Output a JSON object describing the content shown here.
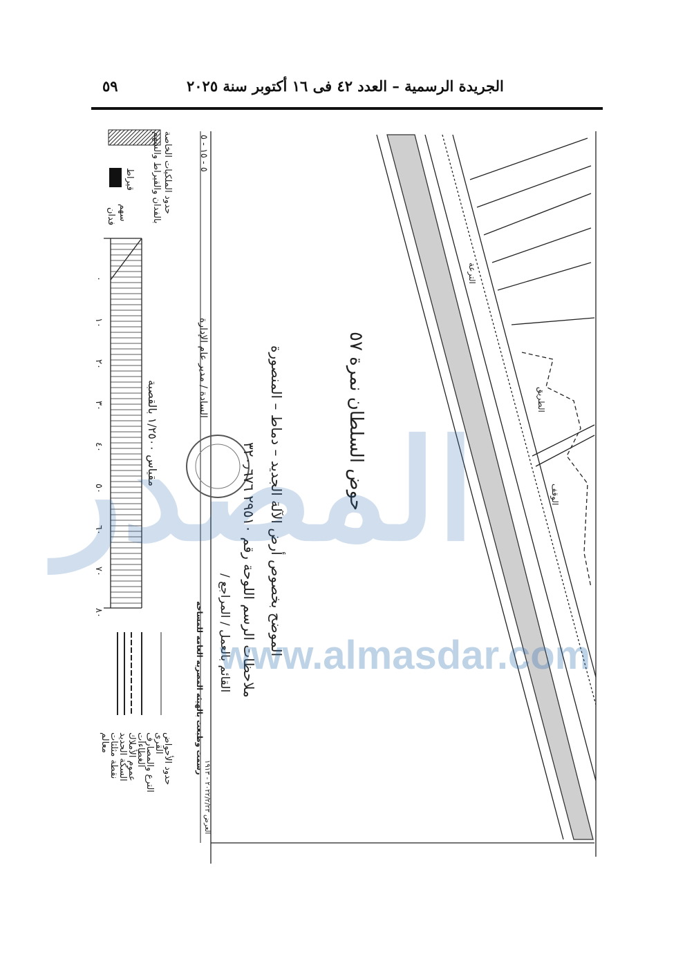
{
  "header": {
    "title": "الجريدة الرسمية – العدد ٤٢ فى ١٦ أكتوبر سنة ٢٠٢٥",
    "page_number": "٥٩"
  },
  "map": {
    "basin": "حوض السلطان  نمرة ٥٧",
    "subject": "الموضح بخصوص أرض الآلة الجديد – دماط – المنصورة",
    "notes": "ملاحظات الرسم اللوحة رقم ٢٩٥١٠  ٣٢٠٫٦٧٦",
    "work": "القائم بالعمل /  المراجع /",
    "signature_line": "السادة / مدير عام الإدارة",
    "scale": "مقياس ١/٢٥٠٠ بالقصبة",
    "scale_ticks": [
      "٠",
      "١٠",
      "٢٠",
      "٣٠",
      "٤٠",
      "٥٠",
      "٦٠",
      "٧٠",
      "٨٠"
    ],
    "code": "٥ - ١٥ - ٥",
    "print_note": "رسمت وطبعت بالهيئة المصرية العامة للمساحة",
    "ref": "العرض ٢٠٢٢/٢/٢٣ - ١٩١٣",
    "parcel_labels": [
      "الترعة",
      "الطريق",
      "الوقف"
    ]
  },
  "legend": {
    "top": [
      "حدود الملكيات الخاصة",
      "بالفدان والقيراط والسهم"
    ],
    "units": [
      "قيراط",
      "سهم",
      "فدان"
    ],
    "items": [
      "حدود الأحواض",
      "القرى",
      "الترع والمصارف",
      "الغطاءات",
      "عموم الأملاك",
      "السكة الحديد",
      "نقطة مثلثات",
      "معالم"
    ]
  },
  "watermark": {
    "url": "www.almasdar.com",
    "logo_text": "المصدر"
  }
}
